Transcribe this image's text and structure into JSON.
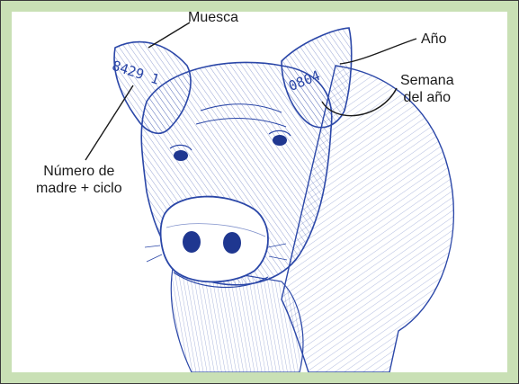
{
  "colors": {
    "frame_border": "#c9e0b5",
    "ink": "#2b47a8",
    "label_text": "#1a1a1a"
  },
  "illustration": {
    "subject": "pig-head-drawing",
    "left_ear_tattoo": "8429 1",
    "right_ear_tattoo": "0804"
  },
  "labels": {
    "notch": "Muesca",
    "year": "Año",
    "week_line1": "Semana",
    "week_line2": "del año",
    "mother_line1": "Número de",
    "mother_line2": "madre + ciclo"
  }
}
